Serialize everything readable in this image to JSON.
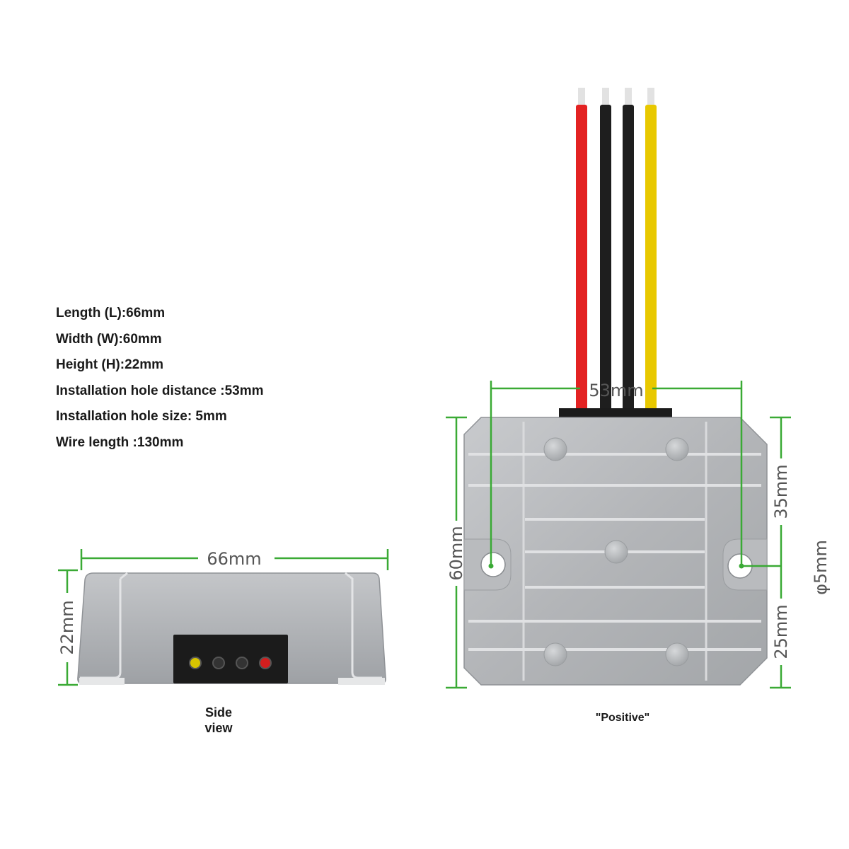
{
  "specs": {
    "length": "Length (L):66mm",
    "width": "Width (W):60mm",
    "height": "Height (H):22mm",
    "hole_distance": "Installation hole distance :53mm",
    "hole_size": "Installation hole size: 5mm",
    "wire_length": "Wire length :130mm"
  },
  "side_view": {
    "caption_line1": "Side",
    "caption_line2": "view",
    "dim_width": "66mm",
    "dim_height": "22mm",
    "indicator_colors": [
      "#d8c400",
      "#333333",
      "#333333",
      "#d41e1e"
    ]
  },
  "front_view": {
    "caption": "\"Positive\"",
    "dim_hole_distance": "53mm",
    "dim_height": "60mm",
    "dim_upper": "35mm",
    "dim_lower": "25mm",
    "dim_hole": "φ5mm",
    "wire_colors": [
      "#e32222",
      "#1e1e1e",
      "#1e1e1e",
      "#e8c800"
    ]
  },
  "colors": {
    "dimension_line": "#3aaa35",
    "housing": "#b0b2b5"
  }
}
